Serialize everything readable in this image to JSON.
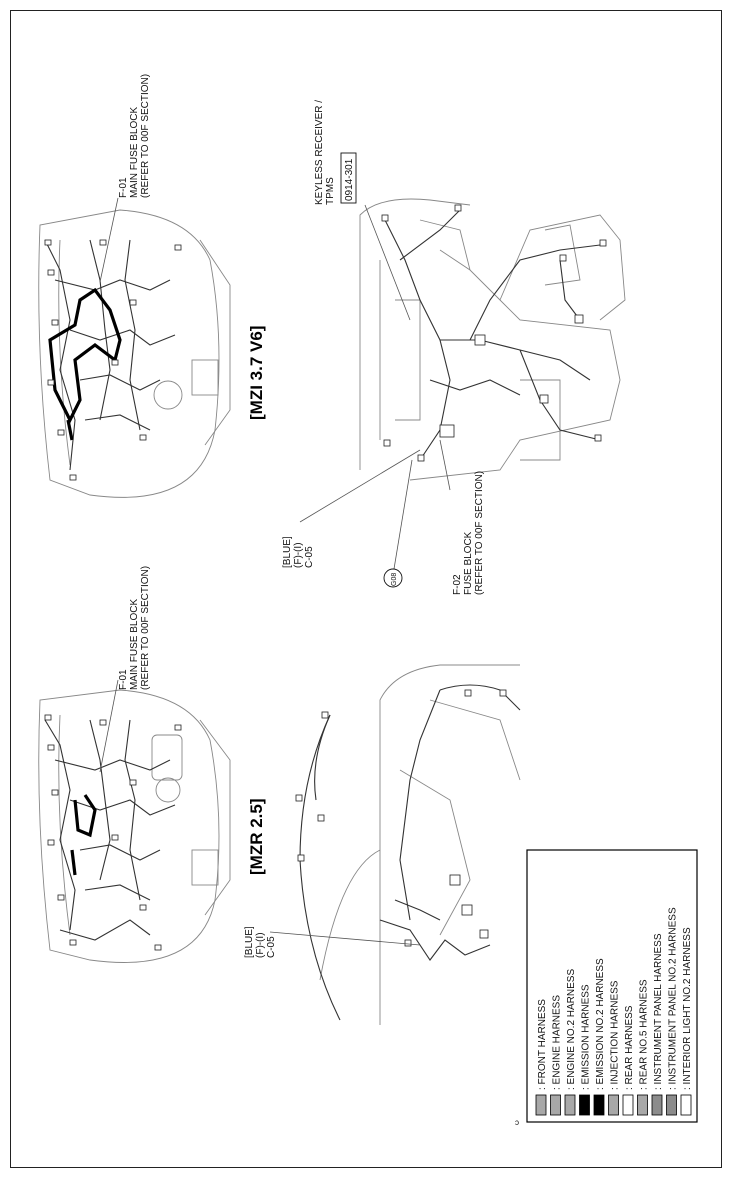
{
  "diagram": {
    "views": [
      {
        "title": "[MZR 2.5]"
      },
      {
        "title": "[MZI 3.7 V6]"
      }
    ],
    "callouts": {
      "mzr_f01": [
        "F-01",
        "MAIN FUSE BLOCK",
        "(REFER TO 00F SECTION)"
      ],
      "mzr_c05": [
        "[BLUE]",
        "(F)-(I)",
        "C-05"
      ],
      "mzi_f01": [
        "F-01",
        "MAIN FUSE BLOCK",
        "(REFER TO 00F SECTION)"
      ],
      "mzi_c05": [
        "[BLUE]",
        "(F)-(I)",
        "C-05"
      ],
      "mzi_f02": [
        "F-02",
        "FUSE BLOCK",
        "(REFER TO 00F SECTION)"
      ],
      "keyless": [
        "KEYLESS RECEIVER /",
        "TPMS"
      ],
      "keyless_code": "0914-301",
      "ground": "G08"
    },
    "legend": [
      {
        "label": ": FRONT HARNESS",
        "swatch": "#a8a8a8"
      },
      {
        "label": ": ENGINE HARNESS",
        "swatch": "#a8a8a8"
      },
      {
        "label": ": ENGINE NO.2 HARNESS",
        "swatch": "#a8a8a8"
      },
      {
        "label": ": EMISSION HARNESS",
        "swatch": "#000000"
      },
      {
        "label": ": EMISSION NO.2 HARNESS",
        "swatch": "#000000"
      },
      {
        "label": ": INJECTION HARNESS",
        "swatch": "#a8a8a8"
      },
      {
        "label": ": REAR HARNESS",
        "swatch": "#ffffff"
      },
      {
        "label": ": REAR NO.5 HARNESS",
        "swatch": "#a8a8a8"
      },
      {
        "label": ": INSTRUMENT PANEL HARNESS",
        "swatch": "#8c8c8c"
      },
      {
        "label": ": INSTRUMENT PANEL NO.2 HARNESS",
        "swatch": "#8c8c8c"
      },
      {
        "label": ": INTERIOR LIGHT NO.2 HARNESS",
        "swatch": "#ffffff"
      }
    ]
  }
}
